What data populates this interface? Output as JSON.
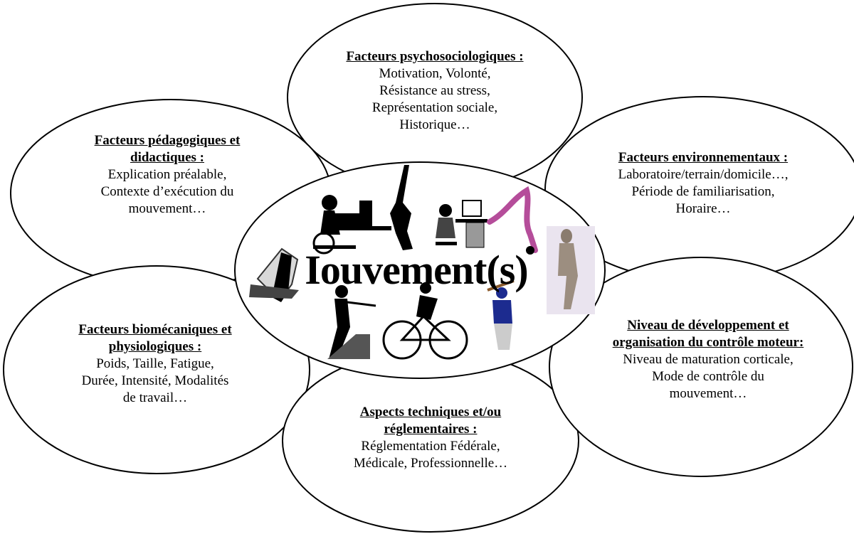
{
  "center": {
    "label": "Iouvement(s)"
  },
  "factors": {
    "psycho": {
      "title": [
        "Facteurs psychosociologiques :"
      ],
      "lines": [
        "Motivation, Volonté,",
        "Résistance au stress,",
        "Représentation sociale,",
        "Historique…"
      ]
    },
    "pedago": {
      "title": [
        "Facteurs pédagogiques et",
        "didactiques :"
      ],
      "lines": [
        "Explication préalable,",
        "Contexte d’exécution du",
        "mouvement…"
      ]
    },
    "environ": {
      "title": [
        "Facteurs environnementaux :"
      ],
      "lines": [
        "Laboratoire/terrain/domicile…,",
        "Période de familiarisation,",
        "Horaire…"
      ]
    },
    "biomeca": {
      "title": [
        "Facteurs biomécaniques et",
        "physiologiques :"
      ],
      "lines": [
        "Poids, Taille, Fatigue,",
        "Durée, Intensité, Modalités",
        "de travail…"
      ]
    },
    "techniques": {
      "title": [
        "Aspects techniques et/ou",
        "réglementaires :"
      ],
      "lines": [
        "Réglementation Fédérale,",
        "Médicale, Professionnelle…"
      ]
    },
    "developpement": {
      "title": [
        "Niveau de développement et",
        "organisation du contrôle moteur:"
      ],
      "lines": [
        "Niveau de maturation corticale,",
        "Mode de contrôle du",
        "mouvement…"
      ]
    }
  },
  "illustrations": [
    "wheelchair-office-figure",
    "diver-silhouette",
    "computer-user-figure",
    "gymnast-figure",
    "dancer-figure",
    "walking-man-figure",
    "woman-fencer-figure",
    "cyclist-figure",
    "baseball-player-figure"
  ]
}
